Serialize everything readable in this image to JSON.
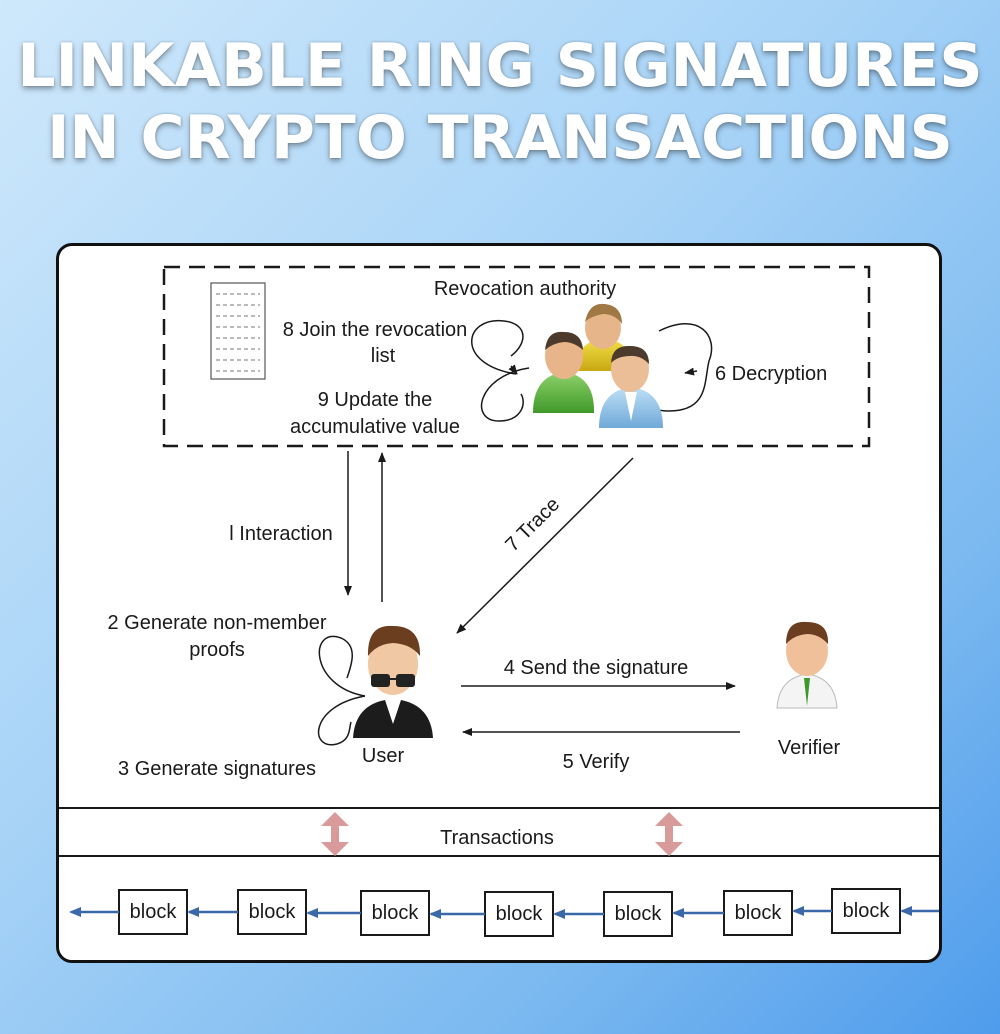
{
  "title": {
    "line1": "LINKABLE RING SIGNATURES",
    "line2": "IN CRYPTO TRANSACTIONS"
  },
  "diagram": {
    "revocation_authority": "Revocation authority",
    "join_line1": "8 Join the revocation",
    "join_line2": "list",
    "update_line1": "9 Update the",
    "update_line2": "accumulative value",
    "decryption": "6 Decryption",
    "interaction": "l Interaction",
    "trace": "7 Trace",
    "gen_proofs_line1": "2 Generate non-member",
    "gen_proofs_line2": "proofs",
    "gen_signatures": "3 Generate signatures",
    "user": "User",
    "send_signature": "4 Send the signature",
    "verify": "5 Verify",
    "verifier": "Verifier",
    "transactions": "Transactions",
    "blocks": [
      "block",
      "block",
      "block",
      "block",
      "block",
      "block",
      "block"
    ]
  },
  "colors": {
    "chain_arrow": "#3a68a8",
    "transaction_arrow": "#d99a9a"
  }
}
